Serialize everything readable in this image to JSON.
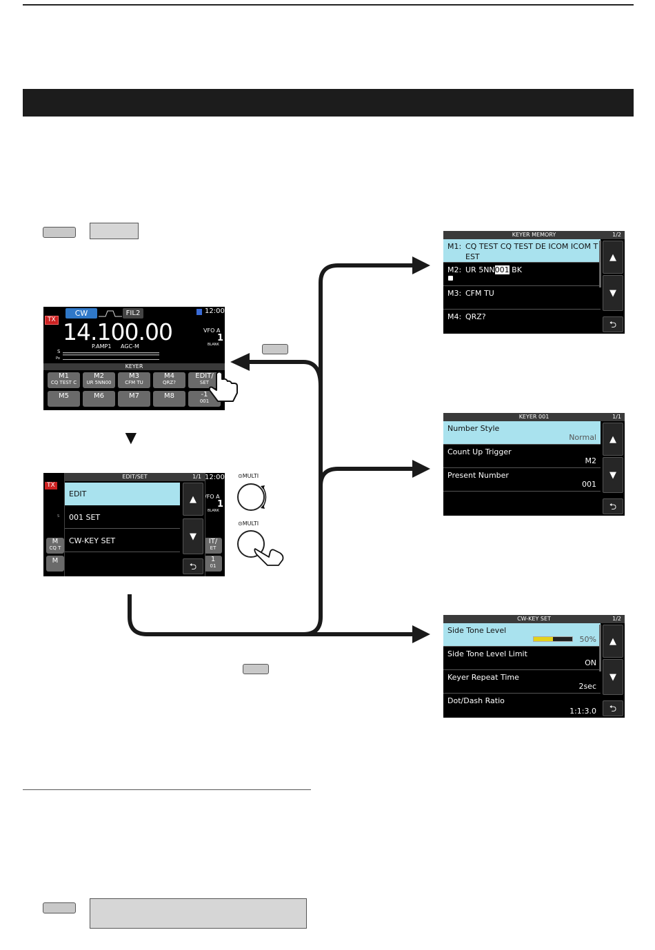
{
  "keyer_memory_screen": {
    "title": "KEYER MEMORY",
    "page": "1/2",
    "rows": [
      {
        "label": "M1:",
        "line1": "CQ TEST CQ TEST DE ICOM ICOM T",
        "line2": "EST"
      },
      {
        "label": "M2:",
        "pre": "UR 5NN",
        "hl": "001",
        "post": " BK"
      },
      {
        "label": "M3:",
        "text": "CFM TU"
      },
      {
        "label": "M4:",
        "text": "QRZ?"
      }
    ]
  },
  "keyer_001_screen": {
    "title": "KEYER 001",
    "page": "1/1",
    "rows": [
      {
        "label": "Number Style",
        "value": "Normal"
      },
      {
        "label": "Count Up Trigger",
        "value": "M2"
      },
      {
        "label": "Present Number",
        "value": "001"
      }
    ]
  },
  "cw_key_set_screen": {
    "title": "CW-KEY SET",
    "page": "1/2",
    "rows": [
      {
        "label": "Side Tone Level",
        "value": "50%",
        "level": 0.5
      },
      {
        "label": "Side Tone Level Limit",
        "value": "ON"
      },
      {
        "label": "Keyer Repeat Time",
        "value": "2sec"
      },
      {
        "label": "Dot/Dash Ratio",
        "value": "1:1:3.0"
      }
    ]
  },
  "radio_screen": {
    "mode": "CW",
    "filter": "FIL2",
    "time": "12:00",
    "tx": "TX",
    "frequency": "14.100.00",
    "vfo": "VFO A",
    "vfo_num": "1",
    "blank": "BLANK",
    "p_amp": "P.AMP1",
    "agc": "AGC-M",
    "keyer_label": "KEYER",
    "scale_s": "S",
    "scale_po": "Po",
    "keys_row1": [
      {
        "label": "M1",
        "sub": "CQ TEST C"
      },
      {
        "label": "M2",
        "sub": "UR 5NN00"
      },
      {
        "label": "M3",
        "sub": "CFM TU"
      },
      {
        "label": "M4",
        "sub": "QRZ?"
      },
      {
        "label": "EDIT/",
        "sub": "SET"
      }
    ],
    "keys_row2": [
      {
        "label": "M5",
        "sub": ""
      },
      {
        "label": "M6",
        "sub": ""
      },
      {
        "label": "M7",
        "sub": ""
      },
      {
        "label": "M8",
        "sub": ""
      },
      {
        "label": "-1",
        "sub": "001"
      }
    ]
  },
  "edit_set_screen": {
    "title": "EDIT/SET",
    "page": "1/1",
    "time": "12:00",
    "tx": "TX",
    "items": [
      "EDIT",
      "001 SET",
      "CW-KEY SET"
    ],
    "side_vfo": "/FO A",
    "side_num": "1",
    "side_blank": "BLANK",
    "side_key_a": "IT/",
    "side_key_b": "ET",
    "side_key_c": "1",
    "side_key_d": "01",
    "left_key_a": "M",
    "left_key_b": "CQ T",
    "left_key_c": "M"
  },
  "dial_labels": [
    "⊙MULTI",
    "⊙MULTI"
  ],
  "icons": {
    "up": "▲",
    "down": "▼",
    "back": "⮌",
    "down_triangle": "▼"
  }
}
